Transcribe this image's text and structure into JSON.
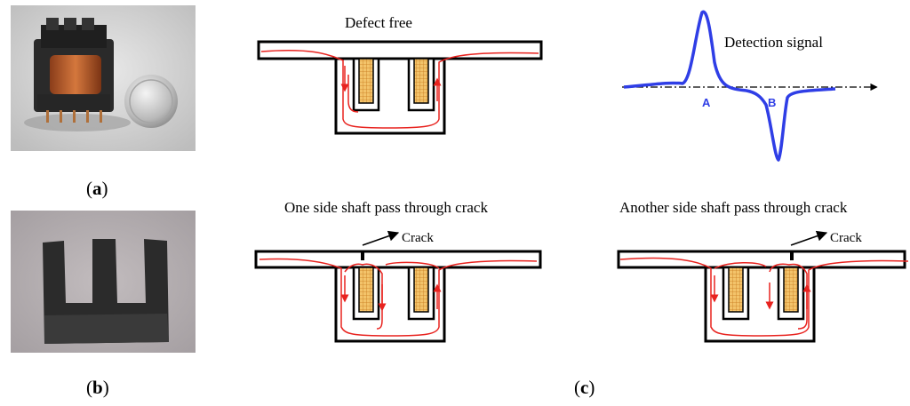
{
  "figure": {
    "caption_a": "a",
    "caption_b": "b",
    "caption_c": "c"
  },
  "panel_c": {
    "defect_free_title": "Defect free",
    "signal_title": "Detection signal",
    "signal_point_a": "A",
    "signal_point_b": "B",
    "one_side_title": "One side shaft pass through crack",
    "another_side_title": "Another side shaft pass through crack",
    "crack_label": "Crack"
  },
  "colors": {
    "flux_line": "#e8231f",
    "signal_curve": "#2f3ee6",
    "coil_fill": "#f3c36a",
    "coil_grid": "#c97c1e",
    "ferrite": "#2f2f2f"
  }
}
